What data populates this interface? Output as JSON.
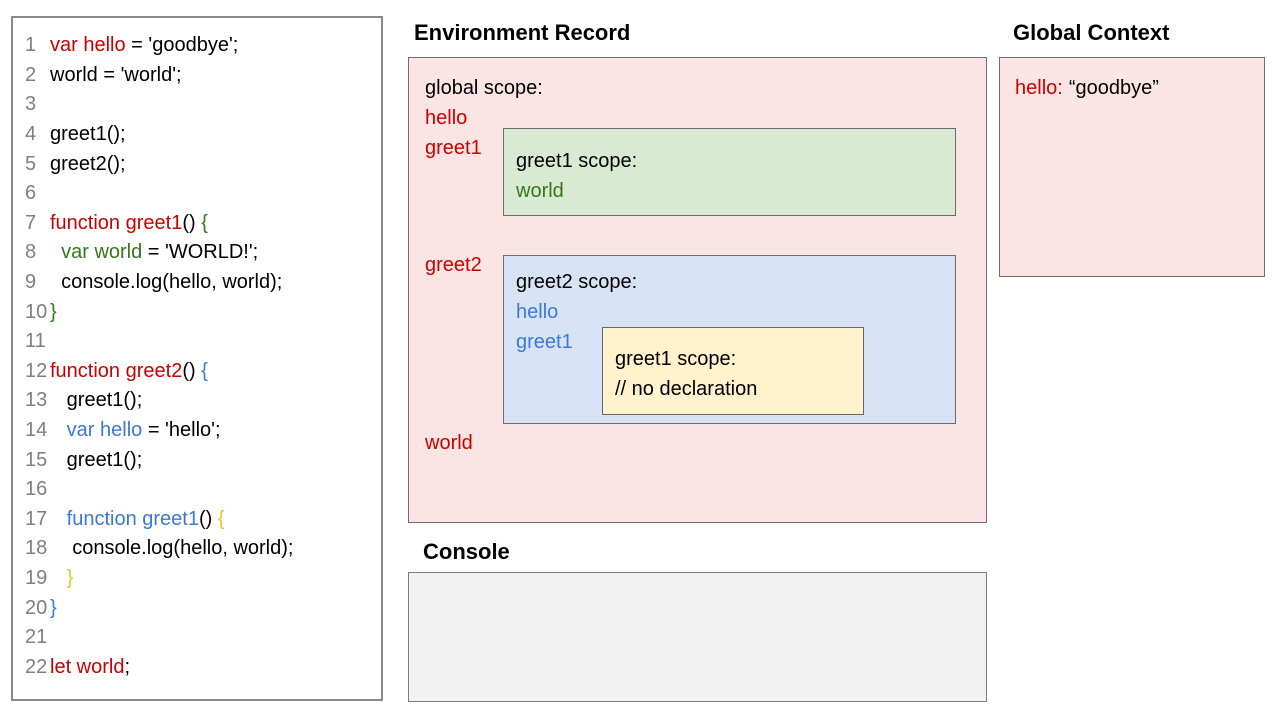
{
  "palette": {
    "red": "#cc0000",
    "green": "#38761d",
    "blue": "#3c78d8",
    "gold": "#f1c232",
    "black": "#000000",
    "gray": "#7f7f7f",
    "pink_bg": "#fbe5e4",
    "green_bg": "#d9ead3",
    "blue_bg": "#d7e3f4",
    "yellow_bg": "#fff2cc",
    "console_bg": "#f2f2f2",
    "border": "#6e6e6e"
  },
  "code_panel": {
    "lines": [
      {
        "num": "1",
        "tokens": [
          {
            "text": "var hello",
            "color": "red"
          },
          {
            "text": " = 'goodbye';",
            "color": "black"
          }
        ]
      },
      {
        "num": "2",
        "tokens": [
          {
            "text": "world = 'world';",
            "color": "black"
          }
        ]
      },
      {
        "num": "3",
        "tokens": []
      },
      {
        "num": "4",
        "tokens": [
          {
            "text": "greet1();",
            "color": "black"
          }
        ]
      },
      {
        "num": "5",
        "tokens": [
          {
            "text": "greet2();",
            "color": "black"
          }
        ]
      },
      {
        "num": "6",
        "tokens": []
      },
      {
        "num": "7",
        "tokens": [
          {
            "text": "function greet1",
            "color": "red"
          },
          {
            "text": "() ",
            "color": "black"
          },
          {
            "text": "{",
            "color": "green"
          }
        ]
      },
      {
        "num": "8",
        "tokens": [
          {
            "text": "  var world",
            "color": "green"
          },
          {
            "text": " = 'WORLD!';",
            "color": "black"
          }
        ]
      },
      {
        "num": "9",
        "tokens": [
          {
            "text": "  console.log(hello, world);",
            "color": "black"
          }
        ]
      },
      {
        "num": "10",
        "tokens": [
          {
            "text": "}",
            "color": "green"
          }
        ]
      },
      {
        "num": "11",
        "tokens": []
      },
      {
        "num": "12",
        "tokens": [
          {
            "text": "function greet2",
            "color": "red"
          },
          {
            "text": "() ",
            "color": "black"
          },
          {
            "text": "{",
            "color": "blue"
          }
        ]
      },
      {
        "num": "13",
        "tokens": [
          {
            "text": "   greet1();",
            "color": "black"
          }
        ]
      },
      {
        "num": "14",
        "tokens": [
          {
            "text": "   var hello",
            "color": "blue"
          },
          {
            "text": " = 'hello';",
            "color": "black"
          }
        ]
      },
      {
        "num": "15",
        "tokens": [
          {
            "text": "   greet1();",
            "color": "black"
          }
        ]
      },
      {
        "num": "16",
        "tokens": []
      },
      {
        "num": "17",
        "tokens": [
          {
            "text": "   function greet1",
            "color": "blue"
          },
          {
            "text": "() ",
            "color": "black"
          },
          {
            "text": "{",
            "color": "gold"
          }
        ]
      },
      {
        "num": "18",
        "tokens": [
          {
            "text": "    console.log(hello, world);",
            "color": "black"
          }
        ]
      },
      {
        "num": "19",
        "tokens": [
          {
            "text": "   }",
            "color": "gold"
          }
        ]
      },
      {
        "num": "20",
        "tokens": [
          {
            "text": "}",
            "color": "blue"
          }
        ]
      },
      {
        "num": "21",
        "tokens": []
      },
      {
        "num": "22",
        "tokens": [
          {
            "text": "let world",
            "color": "red"
          },
          {
            "text": ";",
            "color": "black"
          }
        ]
      }
    ]
  },
  "environment_record": {
    "title": "Environment Record",
    "global_scope_label": "global scope:",
    "vars": {
      "hello": "hello",
      "greet1": "greet1",
      "greet2": "greet2",
      "world": "world"
    },
    "greet1_scope": {
      "label": "greet1 scope:",
      "world": "world"
    },
    "greet2_scope": {
      "label": "greet2 scope:",
      "hello": "hello",
      "greet1": "greet1",
      "inner_greet1_scope": {
        "label": "greet1 scope:",
        "comment": "// no declaration"
      }
    }
  },
  "global_context": {
    "title": "Global Context",
    "entry_key": "hello:",
    "entry_value": "“goodbye”"
  },
  "console": {
    "title": "Console",
    "content": ""
  }
}
